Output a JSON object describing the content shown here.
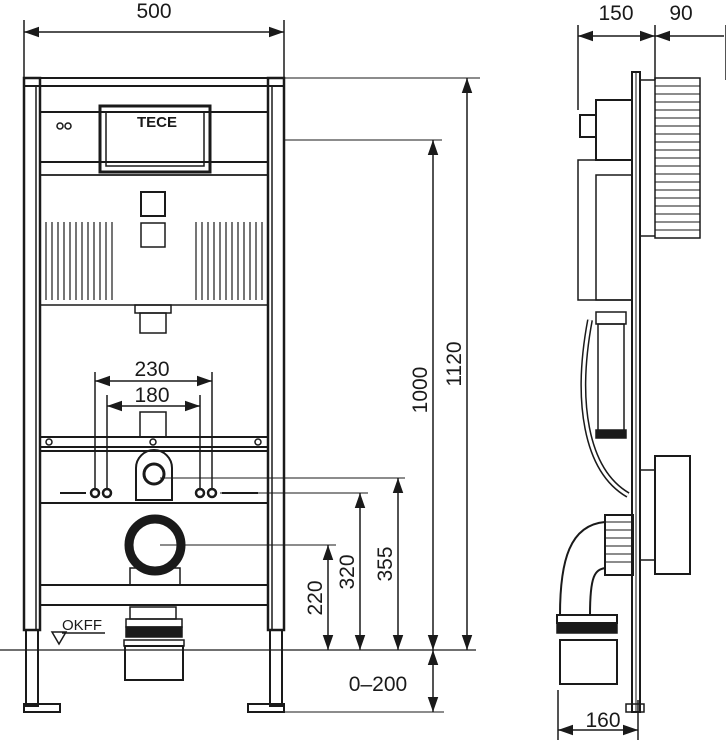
{
  "front_view": {
    "width_label": "500",
    "spacing_outer_label": "230",
    "spacing_inner_label": "180",
    "height_1000_label": "1000",
    "height_1120_label": "1120",
    "height_355_label": "355",
    "height_320_label": "320",
    "height_220_label": "220",
    "adjust_label": "0–200",
    "floor_label": "OKFF",
    "logo_text": "TECE"
  },
  "side_view": {
    "depth_150_label": "150",
    "depth_90_label": "90",
    "depth_160_label": "160"
  }
}
